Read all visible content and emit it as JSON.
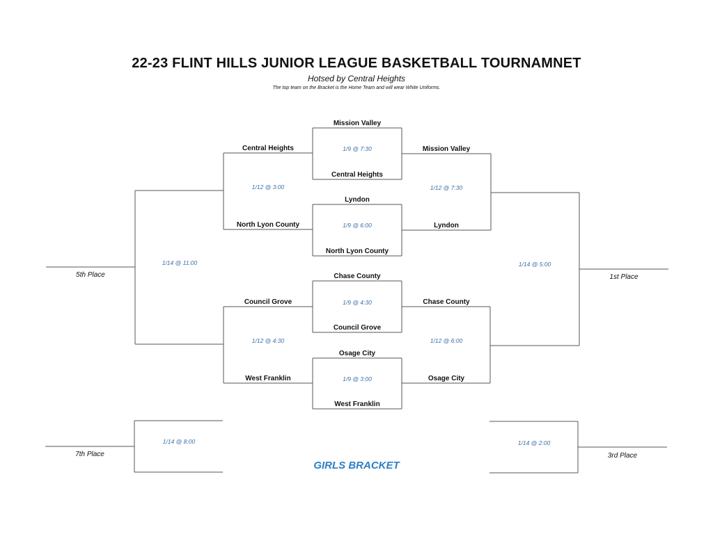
{
  "header": {
    "title": "22-23 FLINT HILLS JUNIOR LEAGUE BASKETBALL TOURNAMNET",
    "subtitle": "Hotsed by Central Heights",
    "note": "The top team on the Bracket is the Home Team and will wear White Uniforms."
  },
  "bracket_label": "GIRLS BRACKET",
  "first_round": [
    {
      "top": "Mission Valley",
      "bottom": "Central Heights",
      "time": "1/9 @ 7:30"
    },
    {
      "top": "Lyndon",
      "bottom": "North Lyon County",
      "time": "1/9 @ 6:00"
    },
    {
      "top": "Chase County",
      "bottom": "Council Grove",
      "time": "1/9 @ 4:30"
    },
    {
      "top": "Osage City",
      "bottom": "West Franklin",
      "time": "1/9 @ 3:00"
    }
  ],
  "left_semis": [
    {
      "top": "Central Heights",
      "bottom": "North Lyon County",
      "time": "1/12 @ 3:00"
    },
    {
      "top": "Council Grove",
      "bottom": "West Franklin",
      "time": "1/12 @ 4:30"
    }
  ],
  "right_semis": [
    {
      "top": "Mission Valley",
      "bottom": "Lyndon",
      "time": "1/12 @ 7:30"
    },
    {
      "top": "Chase County",
      "bottom": "Osage City",
      "time": "1/12 @ 6:00"
    }
  ],
  "finals": {
    "fifth_place": {
      "time": "1/14 @ 11:00",
      "label": "5th Place"
    },
    "first_place": {
      "time": "1/14 @ 5:00",
      "label": "1st Place"
    },
    "seventh_place": {
      "time": "1/14 @ 8:00",
      "label": "7th Place"
    },
    "third_place": {
      "time": "1/14 @ 2:00",
      "label": "3rd Place"
    }
  }
}
